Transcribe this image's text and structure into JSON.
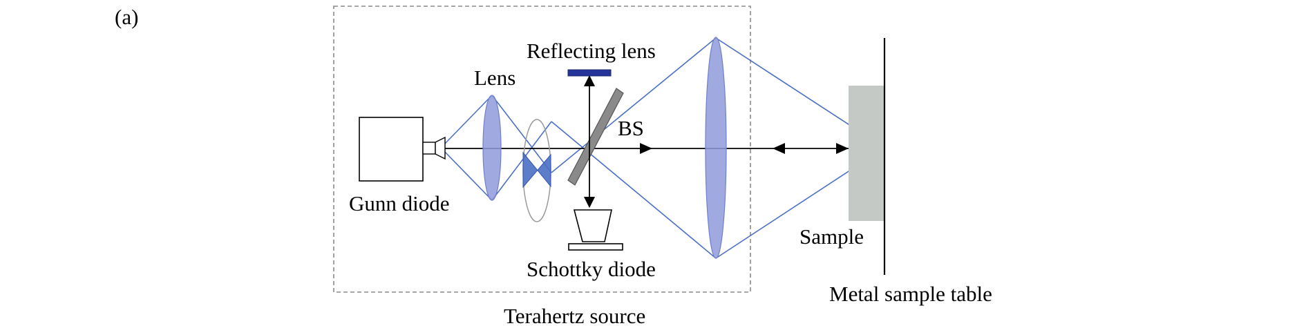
{
  "figure": {
    "panel_label": "(a)",
    "labels": {
      "reflecting_lens": "Reflecting lens",
      "lens": "Lens",
      "bs": "BS",
      "gunn_diode": "Gunn diode",
      "schottky_diode": "Schottky diode",
      "sample": "Sample",
      "metal_sample_table": "Metal sample table",
      "terahertz_source": "Terahertz source"
    }
  },
  "colors": {
    "beam": "#4a6fc4",
    "lens_fill": "#8f9bdb",
    "mirror_fill": "#25349a",
    "bs_fill": "#8a8a8a",
    "sample_fill": "#c5c9c6",
    "box_dash": "#8a8a8a",
    "line": "#000000"
  },
  "icons": {
    "gunn_diode": "gunn-diode-box",
    "schottky_diode": "schottky-detector",
    "reflecting_lens": "flat-mirror",
    "bs": "beam-splitter-plate"
  }
}
